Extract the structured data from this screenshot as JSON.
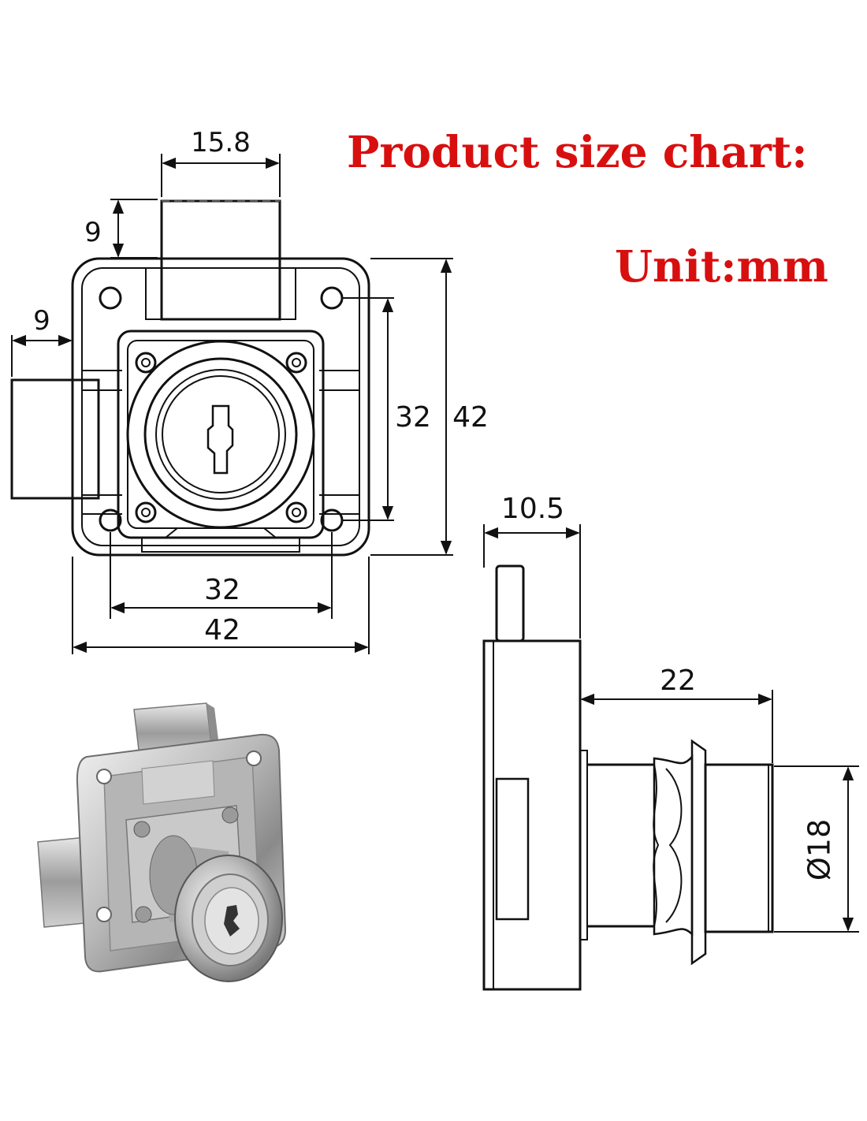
{
  "header": {
    "title": "Product size chart:",
    "unit": "Unit:mm"
  },
  "colors": {
    "heading": "#d80f0f",
    "line": "#111111",
    "background": "#ffffff"
  },
  "front_view": {
    "bolt_width": "15.8",
    "bolt_top_extension": "9",
    "bolt_side_extension": "9",
    "hole_spacing_vertical": "32",
    "body_height": "42",
    "hole_spacing_horizontal": "32",
    "body_width": "42"
  },
  "side_view": {
    "body_depth": "10.5",
    "cylinder_length": "22",
    "cylinder_diameter": "Ø18"
  },
  "photo": {
    "subject": "chrome drawer lock with key cylinder"
  }
}
